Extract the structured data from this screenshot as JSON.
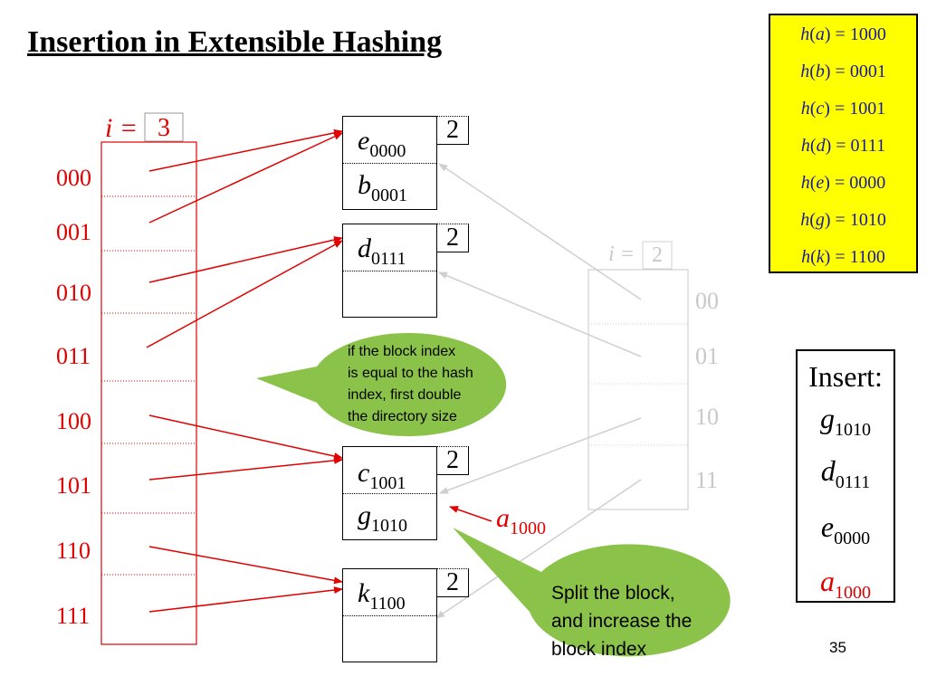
{
  "slide": {
    "title": "Insertion in Extensible Hashing",
    "page_number": "35"
  },
  "hash_values": [
    {
      "key": "a",
      "value": "1000"
    },
    {
      "key": "b",
      "value": "0001"
    },
    {
      "key": "c",
      "value": "1001"
    },
    {
      "key": "d",
      "value": "0111"
    },
    {
      "key": "e",
      "value": "0000"
    },
    {
      "key": "g",
      "value": "1010"
    },
    {
      "key": "k",
      "value": "1100"
    }
  ],
  "new_directory": {
    "i_label": "i =",
    "i_value": "3",
    "entries": [
      "000",
      "001",
      "010",
      "011",
      "100",
      "101",
      "110",
      "111"
    ]
  },
  "old_directory": {
    "i_label": "i =",
    "i_value": "2",
    "entries": [
      "00",
      "01",
      "10",
      "11"
    ]
  },
  "blocks": [
    {
      "index": "2",
      "records": [
        {
          "key": "e",
          "hash": "0000"
        },
        {
          "key": "b",
          "hash": "0001"
        }
      ]
    },
    {
      "index": "2",
      "records": [
        {
          "key": "d",
          "hash": "0111"
        }
      ]
    },
    {
      "index": "2",
      "records": [
        {
          "key": "c",
          "hash": "1001"
        },
        {
          "key": "g",
          "hash": "1010"
        }
      ]
    },
    {
      "index": "2",
      "records": [
        {
          "key": "k",
          "hash": "1100"
        }
      ]
    }
  ],
  "pending_record": {
    "key": "a",
    "hash": "1000"
  },
  "callouts": {
    "double_directory": [
      "if the block index",
      "is equal to the hash",
      "index, first double",
      "the directory size"
    ],
    "split_block": [
      "Split the block,",
      "and increase the",
      "block index"
    ]
  },
  "insert_panel": {
    "heading": "Insert:",
    "items": [
      {
        "key": "g",
        "hash": "1010",
        "color": "#000000"
      },
      {
        "key": "d",
        "hash": "0111",
        "color": "#000000"
      },
      {
        "key": "e",
        "hash": "0000",
        "color": "#000000"
      },
      {
        "key": "a",
        "hash": "1000",
        "color": "#e00000"
      }
    ]
  },
  "colors": {
    "highlight": "#ffff00",
    "pointer": "#e00000",
    "callout": "#8bc34a",
    "faded": "#c8c8c8"
  }
}
